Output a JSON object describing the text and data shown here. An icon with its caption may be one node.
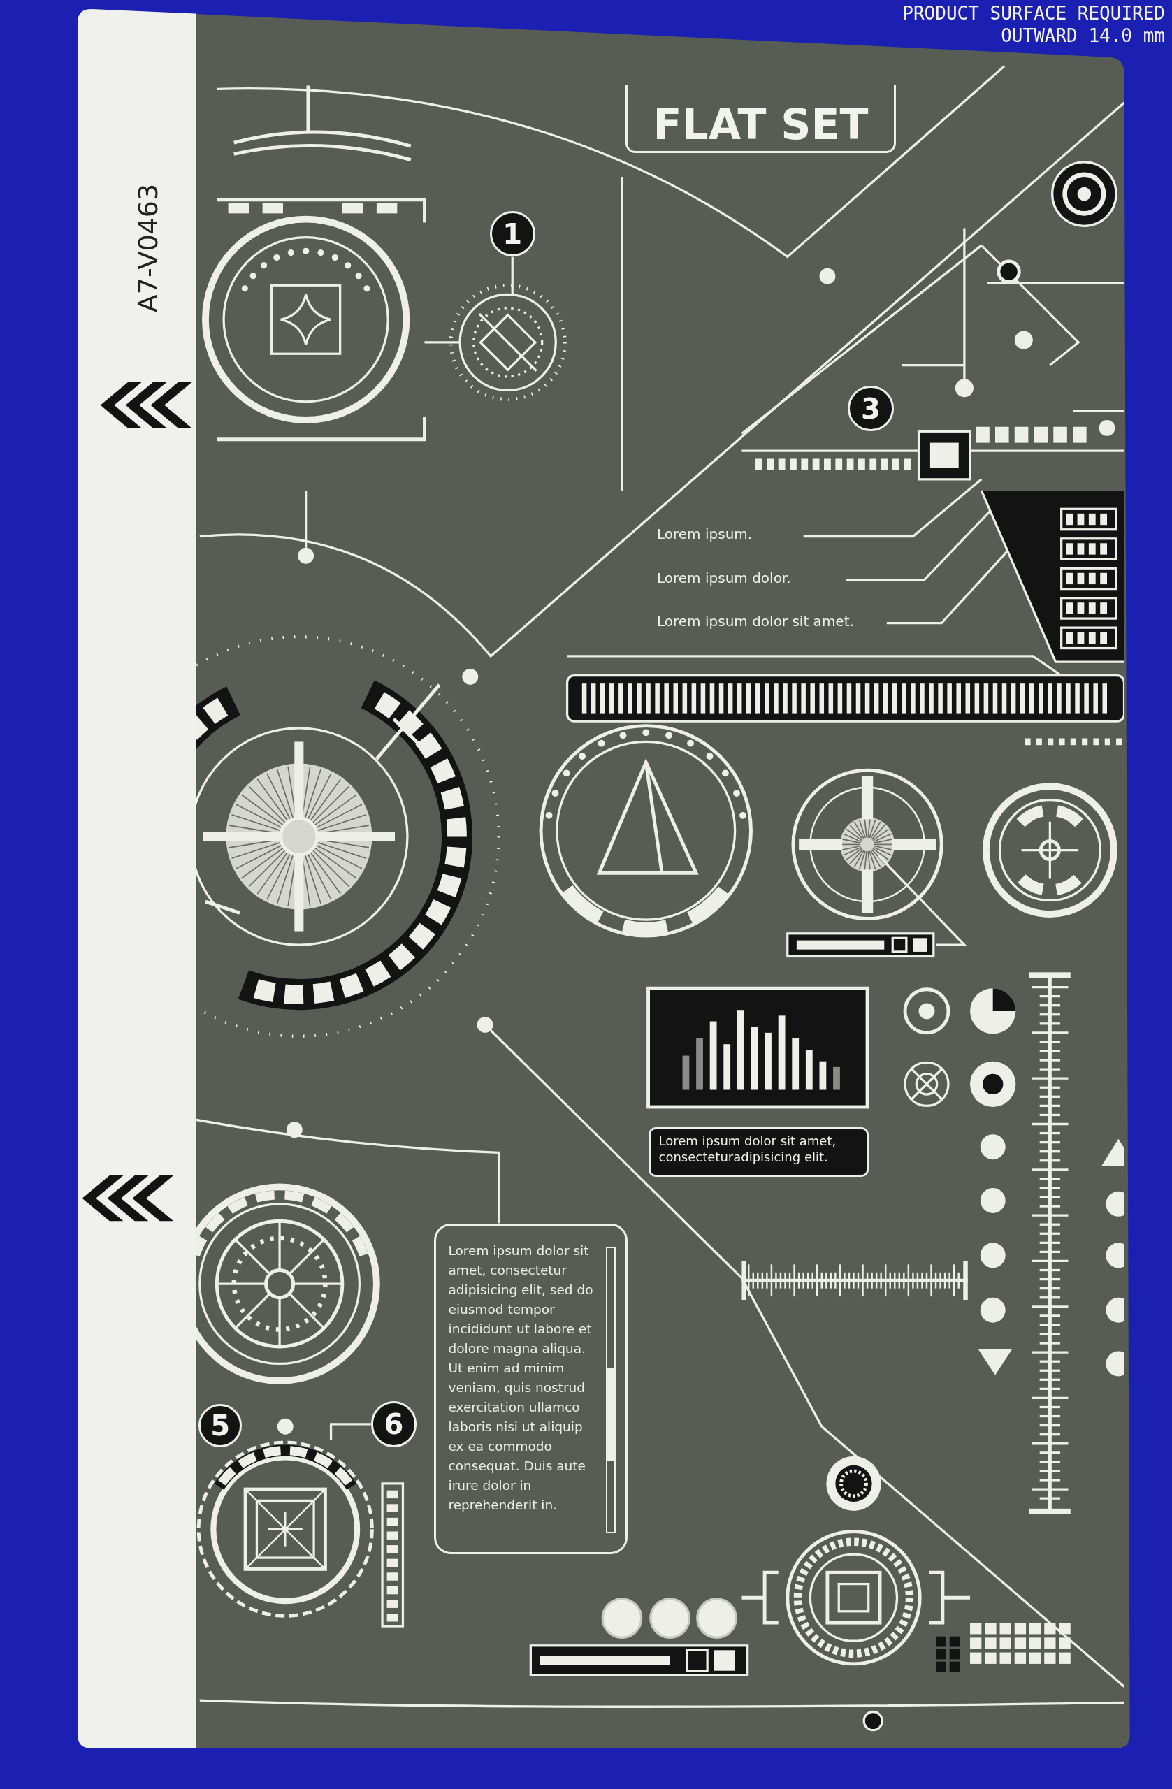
{
  "diagram": {
    "nodes": [
      {
        "text": [
          "FLAT SET"
        ]
      },
      {
        "text": [
          "1"
        ]
      },
      {
        "text": [
          "3"
        ]
      },
      {
        "text": [
          "Lorem ipsum dolor sit amet, consecteturadipisicing elit."
        ]
      },
      {
        "text": [
          "Lorem ipsum dolor sit amet, consectetur adipisicing elit, sed do eiusmod tempor incididunt ut labore et dolore magna aliqua. Ut enim ad minim veniam, quis nostrud exercitation ullamco laboris nisi ut aliquip ex ea commodo consequat. Duis aute irure dolor in reprehenderit in."
        ]
      },
      {
        "text": [
          "5"
        ]
      },
      {
        "text": [
          "6"
        ]
      }
    ],
    "labels": [
      "PRODUCT SURFACE REQUIRED",
      "OUTWARD 14.0 mm",
      "A7-V0463",
      "Lorem ipsum.",
      "Lorem ipsum dolor.",
      "Lorem ipsum dolor sit amet."
    ]
  }
}
